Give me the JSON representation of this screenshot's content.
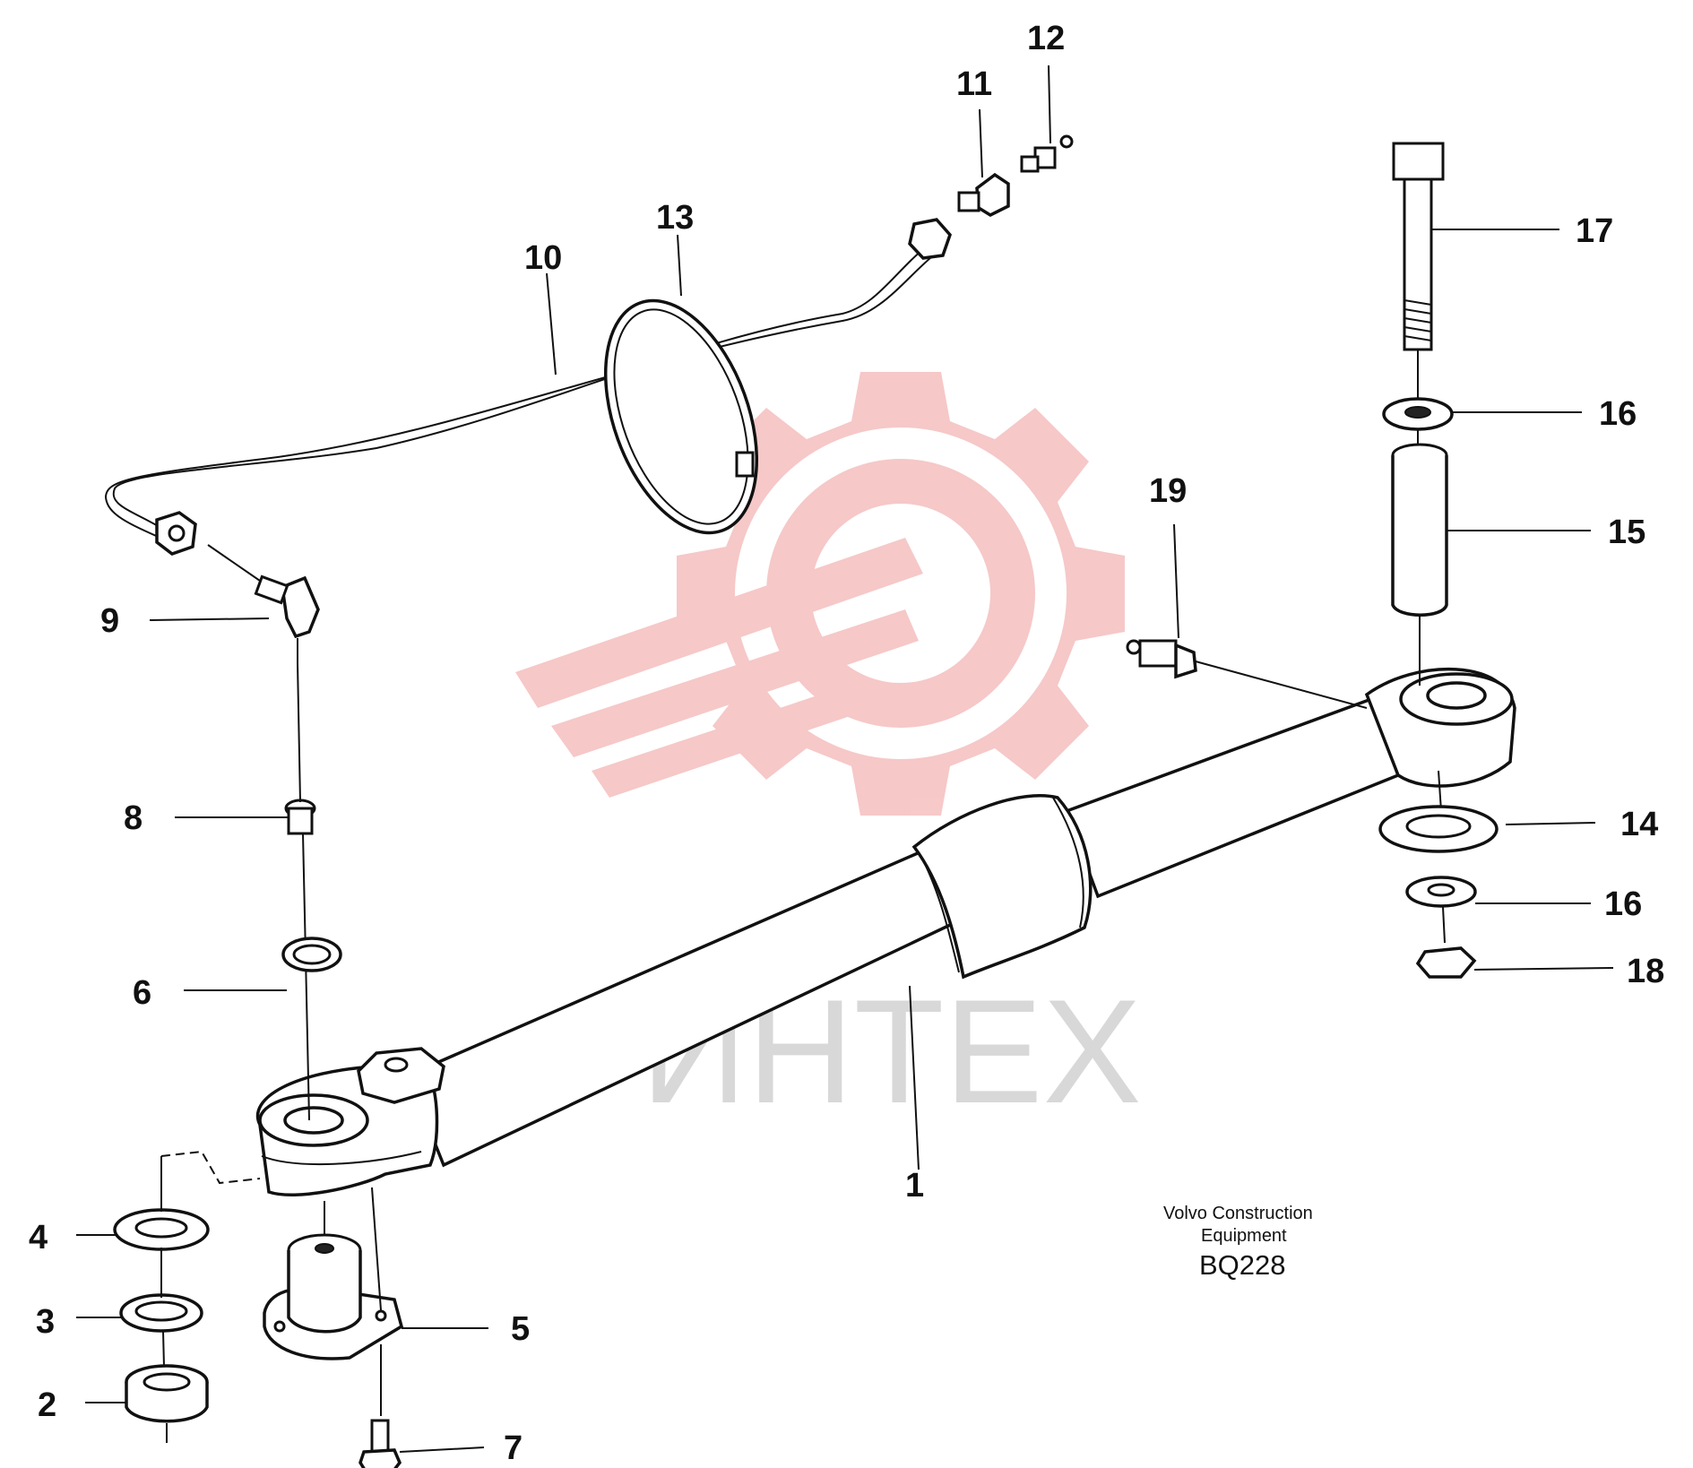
{
  "diagram": {
    "watermark_text": "ИНТЕХ",
    "colors": {
      "line": "#111111",
      "watermark_red": "#f4b9b9",
      "watermark_gray": "#d8d8d8"
    },
    "callouts": [
      "1",
      "2",
      "3",
      "4",
      "5",
      "6",
      "7",
      "8",
      "9",
      "10",
      "11",
      "12",
      "13",
      "14",
      "15",
      "16",
      "16",
      "17",
      "18",
      "19"
    ],
    "caption_line1": "Volvo Construction",
    "caption_line2": "Equipment",
    "code": "BQ228"
  }
}
